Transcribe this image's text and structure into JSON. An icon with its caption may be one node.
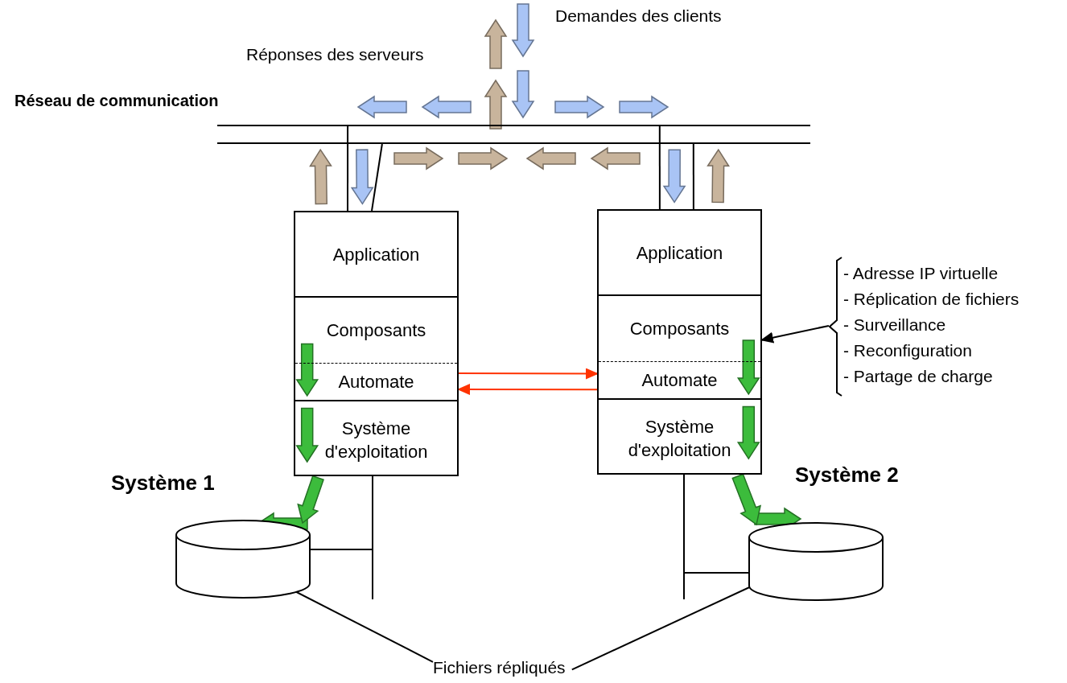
{
  "diagram": {
    "nodes": [
      {
        "text": [
          "Réseau de communication"
        ]
      },
      {
        "text": [],
        "shape": "box"
      },
      {
        "text": [
          "Application"
        ],
        "in": 1
      },
      {
        "text": [
          "Composants"
        ],
        "in": 1
      },
      {
        "text": [
          "Automate"
        ],
        "in": 1
      },
      {
        "text": [
          "Système d'exploitation"
        ],
        "in": 1
      },
      {
        "text": [],
        "shape": "box"
      },
      {
        "text": [
          "Application"
        ],
        "in": 6
      },
      {
        "text": [
          "Composants"
        ],
        "in": 6
      },
      {
        "text": [
          "Automate"
        ],
        "in": 6
      },
      {
        "text": [
          "Système d'exploitation"
        ],
        "in": 6
      },
      {
        "text": [
          "- Adresse IP virtuelle",
          "- Réplication de fichiers",
          "- Surveillance",
          "- Reconfiguration",
          "- Partage de charge"
        ]
      },
      {
        "text": [],
        "shape": "cylinder"
      },
      {
        "text": [],
        "shape": "cylinder"
      },
      {
        "text": [
          "Fichiers répliqués"
        ]
      }
    ],
    "edges": [
      {
        "from": 0,
        "to": 1,
        "arrow": "none"
      },
      {
        "from": 0,
        "to": 1,
        "arrow": "none"
      },
      {
        "from": 0,
        "to": 6,
        "arrow": "none"
      },
      {
        "from": 0,
        "to": 6,
        "arrow": "none"
      },
      {
        "from": 3,
        "to": 4,
        "arrow": "to",
        "style": "thick",
        "color": "#3cbc3c"
      },
      {
        "from": 4,
        "to": 5,
        "arrow": "to",
        "style": "thick",
        "color": "#3cbc3c"
      },
      {
        "from": 5,
        "to": 12,
        "arrow": "to",
        "style": "thick",
        "color": "#3cbc3c"
      },
      {
        "from": 8,
        "to": 9,
        "arrow": "to",
        "style": "thick",
        "color": "#3cbc3c"
      },
      {
        "from": 9,
        "to": 10,
        "arrow": "to",
        "style": "thick",
        "color": "#3cbc3c"
      },
      {
        "from": 10,
        "to": 13,
        "arrow": "to",
        "style": "thick",
        "color": "#3cbc3c"
      },
      {
        "from": 4,
        "to": 9,
        "arrow": "to",
        "color": "#ff3300"
      },
      {
        "from": 9,
        "to": 4,
        "arrow": "to",
        "color": "#ff3300"
      },
      {
        "from": 11,
        "to": 8,
        "arrow": "to"
      },
      {
        "from": 1,
        "to": 12,
        "arrow": "none"
      },
      {
        "from": 6,
        "to": 13,
        "arrow": "none"
      },
      {
        "from": 14,
        "to": 12,
        "arrow": "none"
      },
      {
        "from": 14,
        "to": 13,
        "arrow": "none"
      },
      {
        "from": 2,
        "to": 0,
        "arrow": "to",
        "style": "thick",
        "color": "#c8b49c"
      },
      {
        "from": 0,
        "to": 2,
        "arrow": "to",
        "style": "thick",
        "color": "#a9c4f5"
      },
      {
        "from": 0,
        "to": 7,
        "arrow": "to",
        "style": "thick",
        "color": "#a9c4f5"
      },
      {
        "from": 7,
        "to": 0,
        "arrow": "to",
        "style": "thick",
        "color": "#c8b49c"
      }
    ],
    "labels": [
      "Demandes des clients",
      "Réponses des serveurs",
      "Système 1",
      "Système 2"
    ]
  }
}
